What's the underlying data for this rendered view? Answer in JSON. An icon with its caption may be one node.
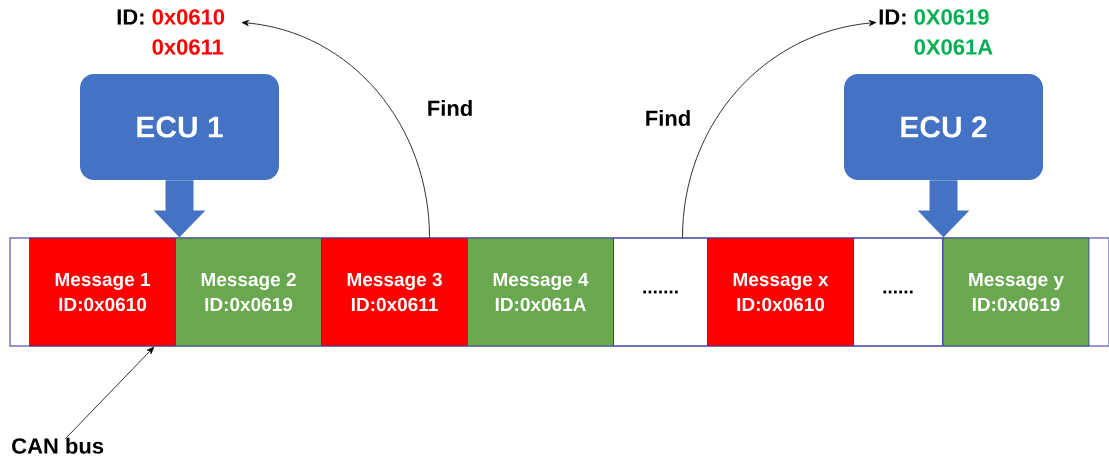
{
  "diagram": {
    "nodes": [
      {
        "text": [
          "ID:",
          "0x0610 0x0611"
        ]
      },
      {
        "text": [
          "ECU 1"
        ]
      },
      {
        "text": [
          "ID:",
          "0X0619 0X061A"
        ]
      },
      {
        "text": [
          "ECU 2"
        ]
      },
      {
        "text": [],
        "shape": "bar"
      },
      {
        "text": [
          "Message 1",
          "ID:0x0610"
        ],
        "in": 4
      },
      {
        "text": [
          "Message 2",
          "ID:0x0619"
        ],
        "in": 4
      },
      {
        "text": [
          "Message 3",
          "ID:0x0611"
        ],
        "in": 4
      },
      {
        "text": [
          "Message 4",
          "ID:0x061A"
        ],
        "in": 4
      },
      {
        "text": [
          "......."
        ],
        "in": 4
      },
      {
        "text": [
          "Message x",
          "ID:0x0610"
        ],
        "in": 4
      },
      {
        "text": [
          "......"
        ],
        "in": 4
      },
      {
        "text": [
          "Message y",
          "ID:0x0619"
        ],
        "in": 4
      },
      {
        "text": [
          "CAN bus"
        ]
      }
    ],
    "edges": [
      {
        "from": 1,
        "to": 4,
        "arrow": "to",
        "style": "thick",
        "color": "#4472c4"
      },
      {
        "from": 3,
        "to": 4,
        "arrow": "to",
        "style": "thick",
        "color": "#4472c4"
      },
      {
        "from": 7,
        "to": 0,
        "arrow": "to",
        "label": "Find"
      },
      {
        "from": 9,
        "to": 2,
        "arrow": "to",
        "label": "Find"
      },
      {
        "from": 13,
        "to": 5,
        "arrow": "to"
      }
    ]
  }
}
